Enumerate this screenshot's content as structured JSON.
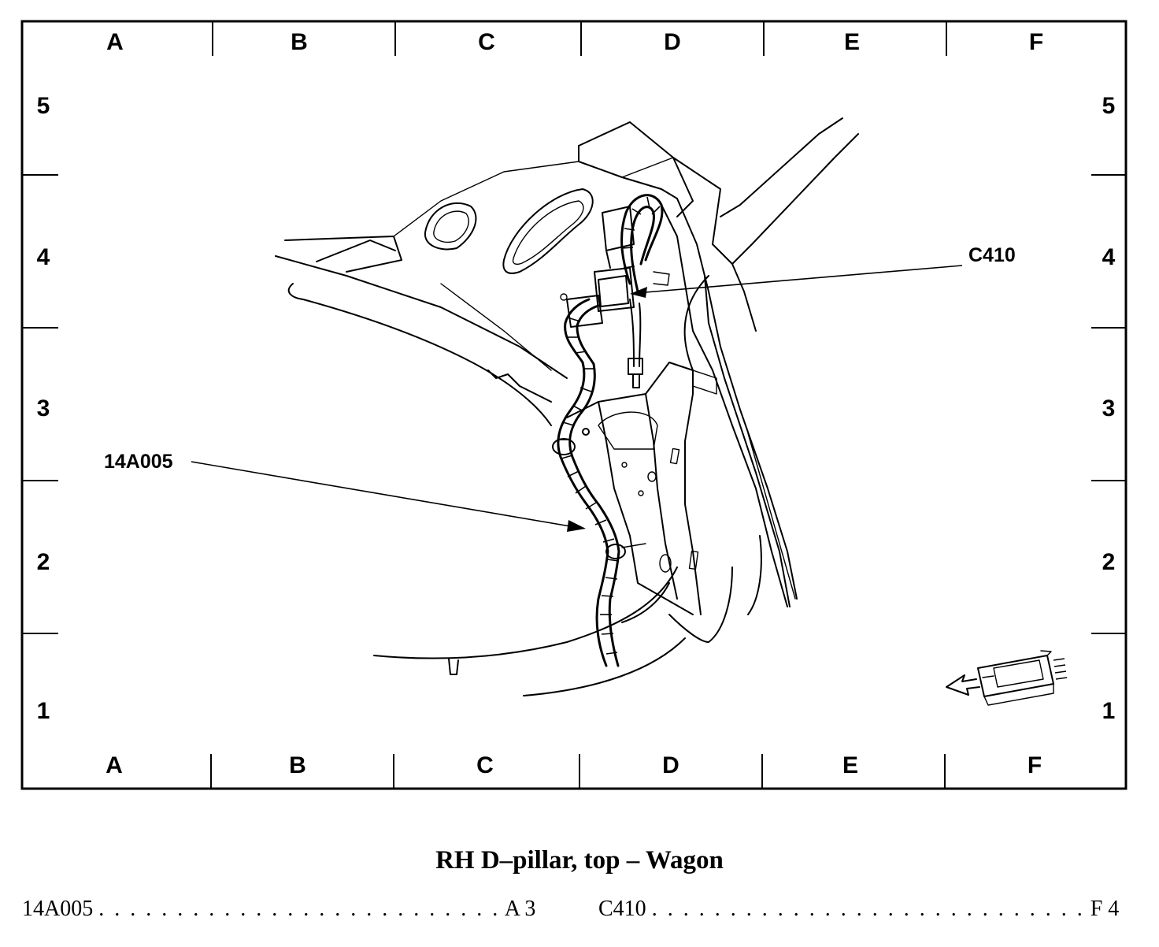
{
  "grid": {
    "columns": [
      "A",
      "B",
      "C",
      "D",
      "E",
      "F"
    ],
    "rows": [
      "5",
      "4",
      "3",
      "2",
      "1"
    ]
  },
  "callouts": {
    "c410": "C410",
    "harness": "14A005"
  },
  "caption": "RH D–pillar, top – Wagon",
  "index": [
    {
      "part": "14A005",
      "location": "A 3"
    },
    {
      "part": "C410",
      "location": "F 4"
    }
  ],
  "icons": [
    "vehicle-orientation-icon",
    "forward-arrow-icon"
  ]
}
